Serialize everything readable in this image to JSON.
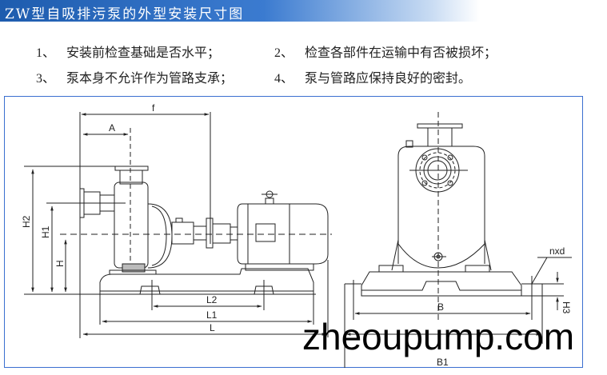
{
  "header": {
    "title": "ZW型自吸排污泵的外型安装尺寸图"
  },
  "notes": [
    {
      "num": "1、",
      "text": "安装前检查基础是否水平；"
    },
    {
      "num": "2、",
      "text": "检查各部件在运输中有否被损坏；"
    },
    {
      "num": "3、",
      "text": "泵本身不允许作为管路支承；"
    },
    {
      "num": "4、",
      "text": "泵与管路应保持良好的密封。"
    }
  ],
  "dimensions": {
    "f": "f",
    "A": "A",
    "H2": "H2",
    "H1": "H1",
    "H": "H",
    "L2": "L2",
    "L1": "L1",
    "L": "L",
    "B": "B",
    "B1": "B1",
    "nxd": "nxd",
    "H3": "H3"
  },
  "watermark": "zheoupump.com",
  "colors": {
    "title_bar": "#1e5cae",
    "frame": "#3a6fd0"
  }
}
